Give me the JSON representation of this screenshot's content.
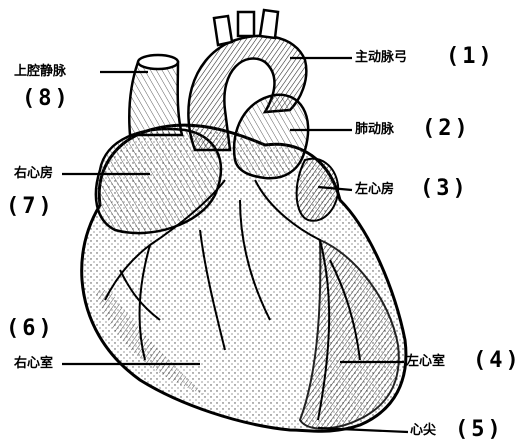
{
  "labels": {
    "aortic_arch": {
      "text": "主动脉弓",
      "number": "(1)"
    },
    "pulmonary_artery": {
      "text": "肺动脉",
      "number": "(2)"
    },
    "left_atrium": {
      "text": "左心房",
      "number": "(3)"
    },
    "left_ventricle": {
      "text": "左心室",
      "number": "(4)"
    },
    "apex": {
      "text": "心尖",
      "number": "(5)"
    },
    "right_ventricle": {
      "text": "右心室",
      "number": "(6)"
    },
    "right_atrium": {
      "text": "右心房",
      "number": "(7)"
    },
    "superior_vena_cava": {
      "text": "上腔静脉",
      "number": "(8)"
    }
  }
}
